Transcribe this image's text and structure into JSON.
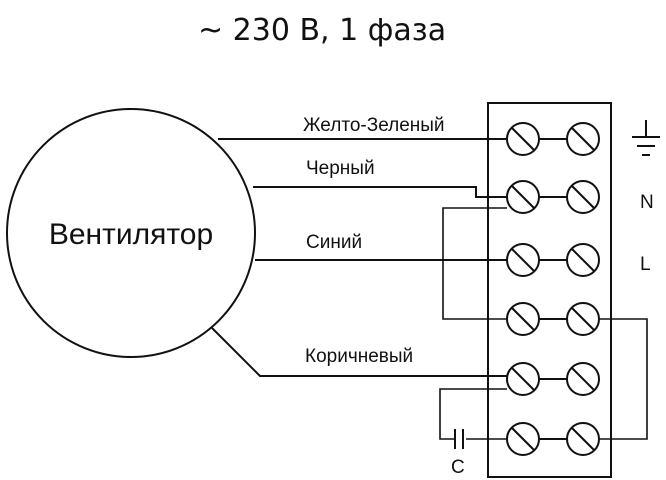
{
  "title": "~ 230 В, 1 фаза",
  "fan_label": "Вентилятор",
  "wires": {
    "yellow_green": "Желто-Зеленый",
    "black": "Черный",
    "blue": "Синий",
    "brown": "Коричневый"
  },
  "terminals": {
    "ground": "⏚",
    "neutral": "N",
    "line": "L"
  },
  "capacitor": "C"
}
